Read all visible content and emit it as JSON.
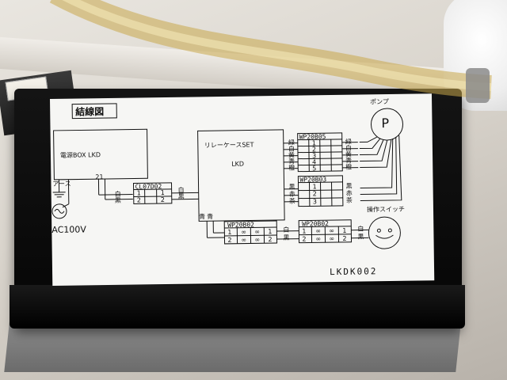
{
  "diagram": {
    "title": "結線図",
    "power_box": "電源BOX LKD",
    "relay_case": "リレーケースSET",
    "relay_case_sub": "LKD",
    "earth": "アース",
    "ac": "AC100V",
    "pump": "ポンプ",
    "pump_letter": "P",
    "switch": "操作スイッチ",
    "model": "LKDK002",
    "terminal_21": "21",
    "cl_connector": {
      "name": "CL07D02",
      "rows": [
        [
          "1",
          "1"
        ],
        [
          "2",
          "2"
        ]
      ]
    },
    "wire_white": "白",
    "wire_black": "黒",
    "wire_blue": "青",
    "wire_green": "緑",
    "wire_yellow": "黄",
    "wire_orange": "橙",
    "wire_red": "赤",
    "wire_brown": "茶",
    "wp_top": {
      "name": "WP20B05",
      "rows": [
        "1",
        "2",
        "3",
        "4",
        "5"
      ]
    },
    "wp_mid": {
      "name": "WP20B03",
      "rows": [
        "1",
        "2",
        "3"
      ]
    },
    "wp_bottom_left": {
      "name": "WP20B02"
    },
    "wp_bottom_right": {
      "name": "WP20B02"
    },
    "infinity_row": [
      "1",
      "∞",
      "∞",
      "1"
    ],
    "infinity_row2": [
      "2",
      "∞",
      "∞",
      "2"
    ]
  }
}
